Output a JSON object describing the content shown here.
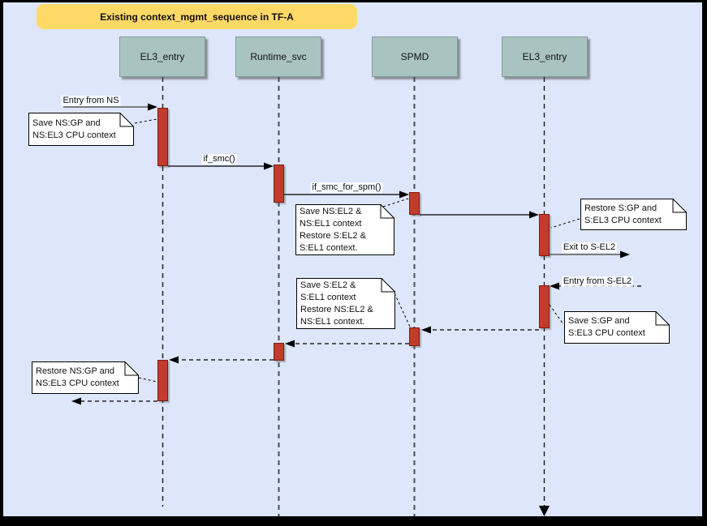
{
  "title": "Existing context_mgmt_sequence in TF-A",
  "lifelines": [
    {
      "name": "EL3_entry"
    },
    {
      "name": "Runtime_svc"
    },
    {
      "name": "SPMD"
    },
    {
      "name": "EL3_entry"
    }
  ],
  "messages": {
    "entry_from_ns": "Entry from NS",
    "if_smc": "if_smc()",
    "if_smc_for_spm": "if_smc_for_spm()",
    "exit_to_s_el2": "Exit to S-EL2",
    "entry_from_s_el2": "Entry from S-EL2"
  },
  "notes": {
    "save_ns_gp": {
      "lines": [
        "Save NS:GP and",
        "NS:EL3 CPU context"
      ]
    },
    "save_ns_el2": {
      "lines": [
        "Save NS:EL2 &",
        "NS:EL1 context",
        "Restore S:EL2 &",
        "S:EL1 context."
      ]
    },
    "restore_s_gp": {
      "lines": [
        "Restore S:GP and",
        "S:EL3 CPU context"
      ]
    },
    "save_s_el2": {
      "lines": [
        "Save S:EL2 &",
        "S:EL1 context",
        "Restore NS:EL2 &",
        "NS:EL1 context."
      ]
    },
    "save_s_gp": {
      "lines": [
        "Save S:GP and",
        "S:EL3 CPU context"
      ]
    },
    "restore_ns_gp": {
      "lines": [
        "Restore NS:GP and",
        "NS:EL3 CPU context"
      ]
    }
  },
  "colors": {
    "canvas_bg": "#dde6fa",
    "frame_border": "#000000",
    "lifeline_header_fill": "#a9c3c1",
    "activation_fill": "#c23b2b",
    "activation_border": "#7c1d12",
    "title_fill": "#ffd966",
    "gray_arrow": "#595959",
    "line_black": "#000000",
    "note_fill": "#ffffff"
  }
}
